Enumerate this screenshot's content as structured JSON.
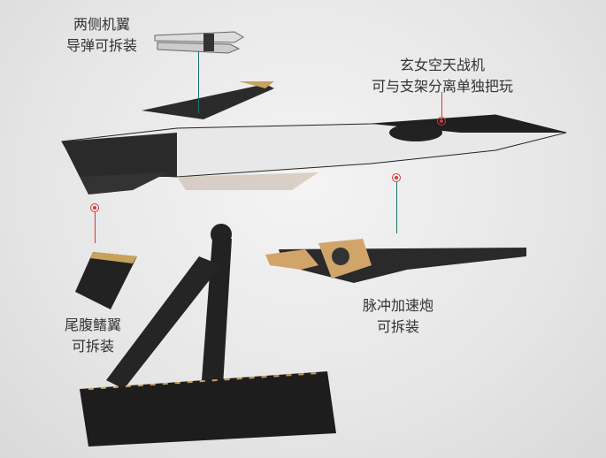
{
  "callouts": {
    "wing_missiles": {
      "line1": "两侧机翼",
      "line2": "导弹可拆装"
    },
    "spacecraft": {
      "line1": "玄女空天战机",
      "line2": "可与支架分离单独把玩"
    },
    "pulse_cannon": {
      "line1": "脉冲加速炮",
      "line2": "可拆装"
    },
    "tail_fin": {
      "line1": "尾腹鳍翼",
      "line2": "可拆装"
    }
  },
  "colors": {
    "accent_red": "#d43a3a",
    "gold": "#c9a25a",
    "body_dark": "#2a2a2a"
  }
}
